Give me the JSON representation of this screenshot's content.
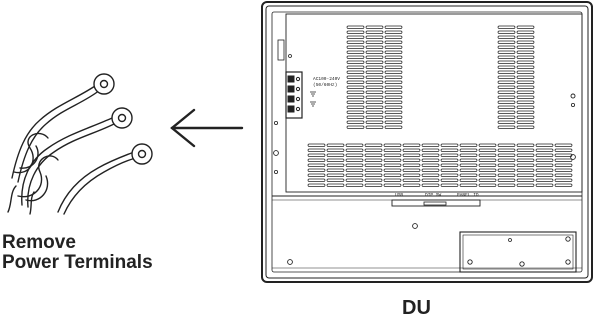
{
  "caption": {
    "line1": "Remove",
    "line2": "Power Terminals"
  },
  "device_label": "DU",
  "panel": {
    "terminal_text_1": "AC100-240V",
    "terminal_text_2": "(50/60Hz)",
    "port_label_1": "USB",
    "port_label_2": "DIP SW",
    "port_label_3": "PANEL ID"
  },
  "colors": {
    "line": "#222222",
    "background": "#ffffff"
  }
}
